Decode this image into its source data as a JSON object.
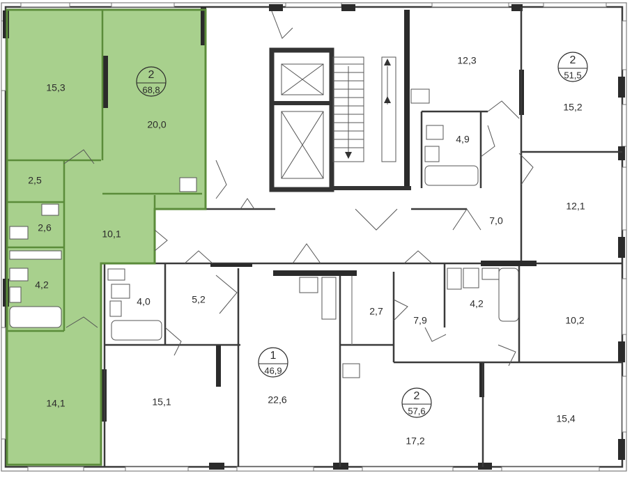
{
  "colors": {
    "highlight_fill": "#a8d08d",
    "highlight_wall": "#5b8c3a",
    "wall": "#3a3a3a"
  },
  "units": [
    {
      "id": "unit-1",
      "rooms": "1",
      "area": "46,9"
    },
    {
      "id": "unit-2a",
      "rooms": "2",
      "area": "68,8"
    },
    {
      "id": "unit-2b",
      "rooms": "2",
      "area": "51,5"
    },
    {
      "id": "unit-2c",
      "rooms": "2",
      "area": "57,6"
    }
  ],
  "rooms": [
    "15,3",
    "20,0",
    "2,5",
    "2,6",
    "10,1",
    "4,2",
    "14,1",
    "12,3",
    "15,2",
    "4,9",
    "7,0",
    "12,1",
    "4,0",
    "5,2",
    "15,1",
    "22,6",
    "2,7",
    "7,9",
    "4,2",
    "10,2",
    "17,2",
    "15,4"
  ]
}
